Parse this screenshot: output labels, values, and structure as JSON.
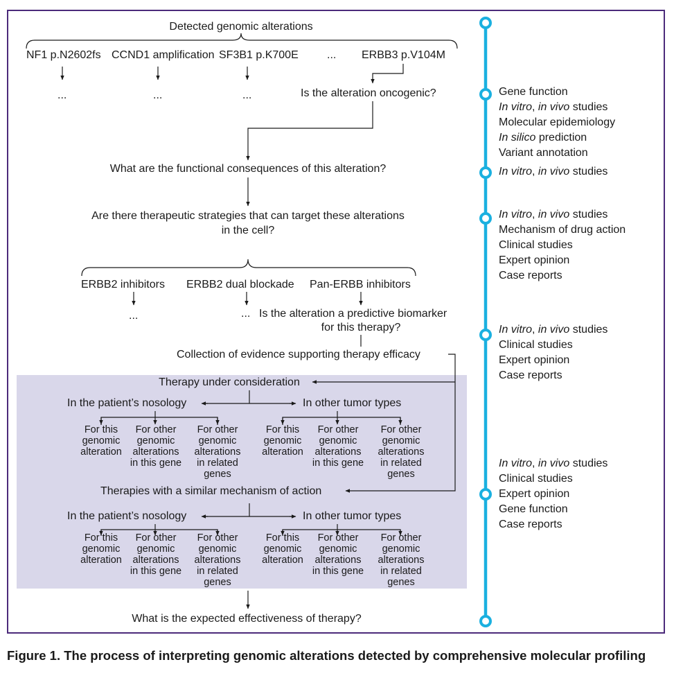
{
  "flow": {
    "detected": "Detected genomic alterations",
    "alterations": [
      "NF1 p.N2602fs",
      "CCND1 amplification",
      "SF3B1 p.K700E",
      "...",
      "ERBB3 p.V104M"
    ],
    "ellipsis": "...",
    "q_oncogenic": "Is the alteration oncogenic?",
    "q_functional": "What are the functional consequences of this alteration?",
    "q_therapeutic_1": "Are there therapeutic strategies that can target these alterations",
    "q_therapeutic_2": "in the cell?",
    "strategies": [
      "ERBB2 inhibitors",
      "ERBB2 dual blockade",
      "Pan-ERBB inhibitors"
    ],
    "q_predictive_1": "Is the alteration a predictive biomarker",
    "q_predictive_2": "for this therapy?",
    "collection": "Collection of evidence supporting therapy efficacy",
    "therapy_under": "Therapy under consideration",
    "similar": "Therapies with a similar mechanism of action",
    "nosology": "In the patient’s nosology",
    "other_tumors": "In other tumor types",
    "leaf_1": [
      "For this",
      "genomic",
      "alteration"
    ],
    "leaf_2": [
      "For other",
      "genomic",
      "alterations",
      "in this gene"
    ],
    "leaf_3": [
      "For other",
      "genomic",
      "alterations",
      "in related",
      "genes"
    ],
    "q_effectiveness": "What is the expected effectiveness of therapy?"
  },
  "evidence": {
    "vitro_label": "In vitro",
    "vivo_label": "in vivo",
    "studies_word": "studies",
    "silico_label": "In silico",
    "prediction_word": "prediction",
    "gene_function": "Gene function",
    "molecular_epidemiology": "Molecular epidemiology",
    "variant_annotation": "Variant annotation",
    "mechanism": "Mechanism of drug action",
    "clinical": "Clinical studies",
    "expert": "Expert opinion",
    "case_reports": "Case reports"
  },
  "caption": "Figure 1. The process of interpreting genomic alterations detected by comprehensive molecular profiling",
  "colors": {
    "frame": "#4b2a7a",
    "timeline": "#1ab0e0",
    "panel": "#d9d7ea",
    "lines": "#1a1a1a"
  }
}
